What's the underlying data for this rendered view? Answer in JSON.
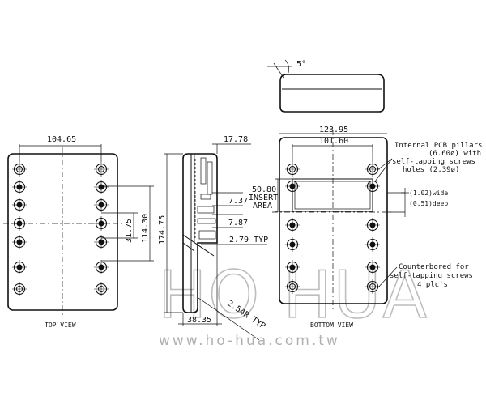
{
  "drawing": {
    "views": {
      "top": "TOP VIEW",
      "bottom": "BOTTOM VIEW"
    },
    "dimensions": {
      "top_width": "104.65",
      "side_depth_top": "17.78",
      "bottom_width_outer": "123.95",
      "bottom_width_inner": "101.60",
      "insert_area_h": "50.80",
      "insert_label_1": "INSERT",
      "insert_label_2": "AREA",
      "d_737": "7.37",
      "d_787": "7.87",
      "d_3175": "31.75",
      "d_11430": "114.30",
      "d_17475": "174.75",
      "d_279": "2.79 TYP",
      "d_3835": "38.35",
      "d_254r": "2.54R TYP",
      "angle": "5°",
      "wide": "(1.02)wide",
      "deep": "(0.51)deep"
    },
    "notes": {
      "pillars_l1": "Internal PCB pillars",
      "pillars_l2": "(6.60ø) with",
      "pillars_l3": "self-tapping screws",
      "pillars_l4": "holes      (2.39ø)",
      "counter_l1": "Counterbored for",
      "counter_l2": "self-tapping screws",
      "counter_l3": "4 plc's"
    },
    "watermark": {
      "brand": "HO HUA",
      "url": "www.ho-hua.com.tw"
    }
  }
}
